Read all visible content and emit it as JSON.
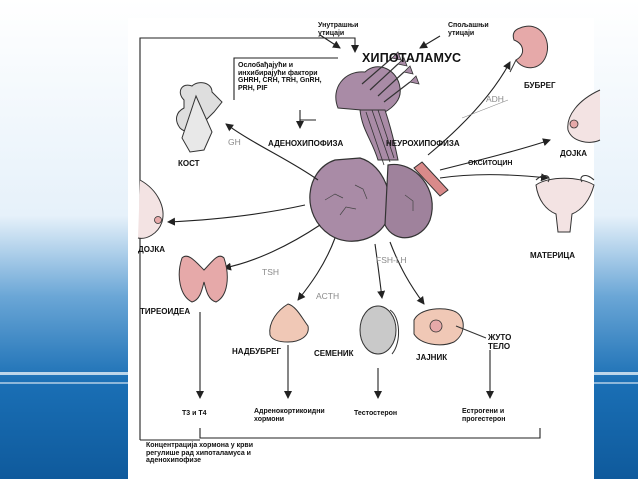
{
  "diagram": {
    "title": "ХИПОТАЛАМУС",
    "labels": {
      "internal": "Унутрашњи\nутицаји",
      "external": "Спољашњи\nутицаји",
      "factors": "Ослобађајући и\nинхибирајући фактори\nGHRH, CRH, TRH, GnRH,\nPRH, PIF",
      "adeno": "АДЕНОХИПОФИЗА",
      "neuro": "НЕУРОХИПОФИЗА",
      "gh": "GH",
      "adh": "ADH",
      "oxytocin": "ОКСИТОЦИН",
      "tsh": "TSH",
      "acth": "ACTH",
      "fshlh": "FSH-LH",
      "bone": "КОСТ",
      "kidney": "БУБРЕГ",
      "breast_right": "ДОЈКА",
      "breast_left": "ДОЈКА",
      "uterus": "МАТЕРИЦА",
      "thyroid": "ТИРЕОИДЕА",
      "adrenal": "НАДБУБРЕГ",
      "testis": "СЕМЕНИК",
      "ovary": "ЈАЈНИК",
      "corpus_luteum": "ЖУТО\nТЕЛО",
      "t3t4": "Т3 и Т4",
      "corticoids": "Адренокортикоидни\nхормони",
      "testosterone": "Тестостерон",
      "estrogens": "Естрогени и\nпрогестерон",
      "feedback": "Концентрација хормона у крви\nрегулише рад хипоталамуса и\nаденохипофизе"
    }
  },
  "colors": {
    "background_top": "#ffffff",
    "background_blue": "#1a6fb5",
    "pituitary": "#a98ba6",
    "organ_pink": "#e6a9a9",
    "bone": "#d9d9d9"
  }
}
